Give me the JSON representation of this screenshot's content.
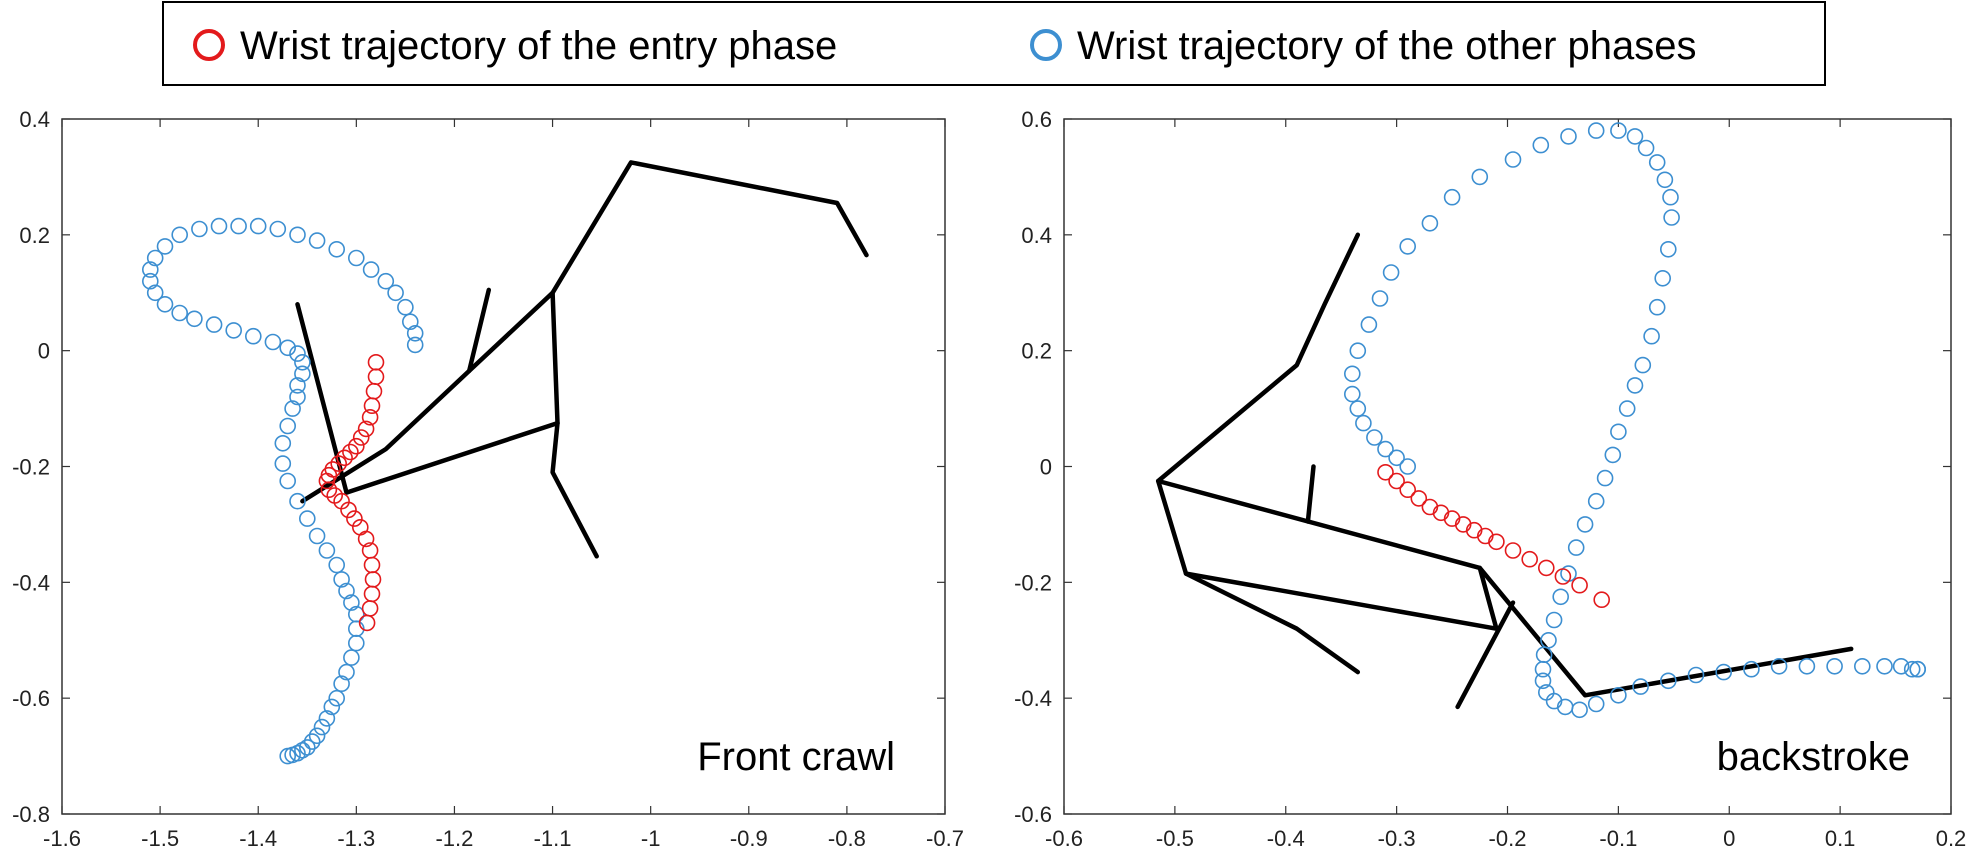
{
  "legend": {
    "items": [
      {
        "label": "Wrist trajectory of the entry phase",
        "color": "#e31a1c"
      },
      {
        "label": "Wrist trajectory of the other phases",
        "color": "#3d8fd1"
      }
    ]
  },
  "chart_data": [
    {
      "type": "scatter",
      "title": "Front crawl",
      "title_position": "bottom-right",
      "xlim": [
        -1.6,
        -0.7
      ],
      "ylim": [
        -0.8,
        0.4
      ],
      "xticks": [
        -1.6,
        -1.5,
        -1.4,
        -1.3,
        -1.2,
        -1.1,
        -1,
        -0.9,
        -0.8,
        -0.7
      ],
      "yticks": [
        -0.8,
        -0.6,
        -0.4,
        -0.2,
        0,
        0.2,
        0.4
      ],
      "xtick_labels": [
        "-1.6",
        "-1.5",
        "-1.4",
        "-1.3",
        "-1.2",
        "-1.1",
        "-1",
        "-0.9",
        "-0.8",
        "-0.7"
      ],
      "ytick_labels": [
        "-0.8",
        "-0.6",
        "-0.4",
        "-0.2",
        "0",
        "0.2",
        "0.4"
      ],
      "grid": false,
      "series": [
        {
          "name": "Wrist trajectory of the other phases",
          "color": "#3d8fd1",
          "x": [
            -1.24,
            -1.24,
            -1.245,
            -1.25,
            -1.26,
            -1.27,
            -1.285,
            -1.3,
            -1.32,
            -1.34,
            -1.36,
            -1.38,
            -1.4,
            -1.42,
            -1.44,
            -1.46,
            -1.48,
            -1.495,
            -1.505,
            -1.51,
            -1.51,
            -1.505,
            -1.495,
            -1.48,
            -1.465,
            -1.445,
            -1.425,
            -1.405,
            -1.385,
            -1.37,
            -1.36,
            -1.355,
            -1.355,
            -1.36,
            -1.36,
            -1.365,
            -1.37,
            -1.375,
            -1.375,
            -1.37,
            -1.36,
            -1.35,
            -1.34,
            -1.33,
            -1.32,
            -1.315,
            -1.31,
            -1.305,
            -1.3,
            -1.3,
            -1.3,
            -1.305,
            -1.31,
            -1.315,
            -1.32,
            -1.325,
            -1.33,
            -1.335,
            -1.34,
            -1.345,
            -1.35,
            -1.355,
            -1.36,
            -1.365,
            -1.37
          ],
          "y": [
            0.01,
            0.03,
            0.05,
            0.075,
            0.1,
            0.12,
            0.14,
            0.16,
            0.175,
            0.19,
            0.2,
            0.21,
            0.215,
            0.215,
            0.215,
            0.21,
            0.2,
            0.18,
            0.16,
            0.14,
            0.12,
            0.1,
            0.08,
            0.065,
            0.055,
            0.045,
            0.035,
            0.025,
            0.015,
            0.005,
            -0.005,
            -0.02,
            -0.04,
            -0.06,
            -0.08,
            -0.1,
            -0.13,
            -0.16,
            -0.195,
            -0.225,
            -0.26,
            -0.29,
            -0.32,
            -0.345,
            -0.37,
            -0.395,
            -0.415,
            -0.435,
            -0.455,
            -0.48,
            -0.505,
            -0.53,
            -0.555,
            -0.575,
            -0.6,
            -0.615,
            -0.635,
            -0.65,
            -0.665,
            -0.675,
            -0.685,
            -0.69,
            -0.695,
            -0.698,
            -0.7
          ]
        },
        {
          "name": "Wrist trajectory of the entry phase",
          "color": "#e31a1c",
          "x": [
            -1.28,
            -1.28,
            -1.282,
            -1.284,
            -1.286,
            -1.29,
            -1.295,
            -1.3,
            -1.306,
            -1.312,
            -1.318,
            -1.324,
            -1.328,
            -1.33,
            -1.328,
            -1.322,
            -1.315,
            -1.308,
            -1.302,
            -1.296,
            -1.29,
            -1.286,
            -1.284,
            -1.283,
            -1.284,
            -1.286,
            -1.289
          ],
          "y": [
            -0.02,
            -0.045,
            -0.07,
            -0.095,
            -0.115,
            -0.135,
            -0.15,
            -0.165,
            -0.175,
            -0.185,
            -0.195,
            -0.205,
            -0.215,
            -0.225,
            -0.24,
            -0.25,
            -0.26,
            -0.275,
            -0.29,
            -0.305,
            -0.325,
            -0.345,
            -0.37,
            -0.395,
            -0.42,
            -0.445,
            -0.47
          ]
        }
      ],
      "skeleton": [
        [
          [
            -1.355,
            -0.26
          ],
          [
            -1.27,
            -0.17
          ],
          [
            -1.185,
            -0.035
          ],
          [
            -1.1,
            0.1
          ],
          [
            -1.02,
            0.325
          ],
          [
            -0.81,
            0.255
          ],
          [
            -0.78,
            0.165
          ]
        ],
        [
          [
            -1.185,
            -0.035
          ],
          [
            -1.165,
            0.105
          ]
        ],
        [
          [
            -1.1,
            0.1
          ],
          [
            -1.095,
            -0.125
          ],
          [
            -1.1,
            -0.21
          ],
          [
            -1.055,
            -0.355
          ]
        ],
        [
          [
            -1.095,
            -0.125
          ],
          [
            -1.31,
            -0.245
          ],
          [
            -1.36,
            0.08
          ]
        ]
      ]
    },
    {
      "type": "scatter",
      "title": "backstroke",
      "title_position": "bottom-right",
      "xlim": [
        -0.6,
        0.2
      ],
      "ylim": [
        -0.6,
        0.6
      ],
      "xticks": [
        -0.6,
        -0.5,
        -0.4,
        -0.3,
        -0.2,
        -0.1,
        0,
        0.1,
        0.2
      ],
      "yticks": [
        -0.6,
        -0.4,
        -0.2,
        0,
        0.2,
        0.4,
        0.6
      ],
      "xtick_labels": [
        "-0.6",
        "-0.5",
        "-0.4",
        "-0.3",
        "-0.2",
        "-0.1",
        "0",
        "0.1",
        "0.2"
      ],
      "ytick_labels": [
        "-0.6",
        "-0.4",
        "-0.2",
        "0",
        "0.2",
        "0.4",
        "0.6"
      ],
      "grid": false,
      "series": [
        {
          "name": "Wrist trajectory of the other phases",
          "color": "#3d8fd1",
          "x": [
            -0.29,
            -0.3,
            -0.31,
            -0.32,
            -0.33,
            -0.335,
            -0.34,
            -0.34,
            -0.335,
            -0.325,
            -0.315,
            -0.305,
            -0.29,
            -0.27,
            -0.25,
            -0.225,
            -0.195,
            -0.17,
            -0.145,
            -0.12,
            -0.1,
            -0.085,
            -0.075,
            -0.065,
            -0.058,
            -0.053,
            -0.052,
            -0.055,
            -0.06,
            -0.065,
            -0.07,
            -0.078,
            -0.085,
            -0.092,
            -0.1,
            -0.105,
            -0.112,
            -0.12,
            -0.13,
            -0.138,
            -0.145,
            -0.152,
            -0.158,
            -0.163,
            -0.167,
            -0.168,
            -0.168,
            -0.165,
            -0.158,
            -0.148,
            -0.135,
            -0.12,
            -0.1,
            -0.08,
            -0.055,
            -0.03,
            -0.005,
            0.02,
            0.045,
            0.07,
            0.095,
            0.12,
            0.14,
            0.155,
            0.165,
            0.17,
            0.17
          ],
          "y": [
            0.0,
            0.015,
            0.03,
            0.05,
            0.075,
            0.1,
            0.125,
            0.16,
            0.2,
            0.245,
            0.29,
            0.335,
            0.38,
            0.42,
            0.465,
            0.5,
            0.53,
            0.555,
            0.57,
            0.58,
            0.58,
            0.57,
            0.55,
            0.525,
            0.495,
            0.465,
            0.43,
            0.375,
            0.325,
            0.275,
            0.225,
            0.175,
            0.14,
            0.1,
            0.06,
            0.02,
            -0.02,
            -0.06,
            -0.1,
            -0.14,
            -0.185,
            -0.225,
            -0.265,
            -0.3,
            -0.325,
            -0.35,
            -0.37,
            -0.39,
            -0.405,
            -0.415,
            -0.42,
            -0.41,
            -0.395,
            -0.38,
            -0.37,
            -0.36,
            -0.355,
            -0.35,
            -0.345,
            -0.345,
            -0.345,
            -0.345,
            -0.345,
            -0.345,
            -0.35,
            -0.35,
            -0.35
          ]
        },
        {
          "name": "Wrist trajectory of the entry phase",
          "color": "#e31a1c",
          "x": [
            -0.31,
            -0.3,
            -0.29,
            -0.28,
            -0.27,
            -0.26,
            -0.25,
            -0.24,
            -0.23,
            -0.22,
            -0.21,
            -0.195,
            -0.18,
            -0.165,
            -0.15,
            -0.135,
            -0.115
          ],
          "y": [
            -0.01,
            -0.025,
            -0.04,
            -0.055,
            -0.07,
            -0.08,
            -0.09,
            -0.1,
            -0.11,
            -0.12,
            -0.13,
            -0.145,
            -0.16,
            -0.175,
            -0.19,
            -0.205,
            -0.23
          ]
        }
      ],
      "skeleton": [
        [
          [
            -0.335,
            0.4
          ],
          [
            -0.365,
            0.28
          ],
          [
            -0.39,
            0.175
          ],
          [
            -0.515,
            -0.025
          ],
          [
            -0.49,
            -0.185
          ],
          [
            -0.39,
            -0.28
          ],
          [
            -0.335,
            -0.355
          ]
        ],
        [
          [
            -0.515,
            -0.025
          ],
          [
            -0.225,
            -0.175
          ],
          [
            -0.13,
            -0.395
          ],
          [
            0.11,
            -0.315
          ]
        ],
        [
          [
            -0.49,
            -0.185
          ],
          [
            -0.21,
            -0.28
          ],
          [
            -0.225,
            -0.175
          ]
        ],
        [
          [
            -0.38,
            -0.095
          ],
          [
            -0.375,
            0.0
          ]
        ],
        [
          [
            -0.245,
            -0.415
          ],
          [
            -0.195,
            -0.235
          ]
        ]
      ]
    }
  ]
}
